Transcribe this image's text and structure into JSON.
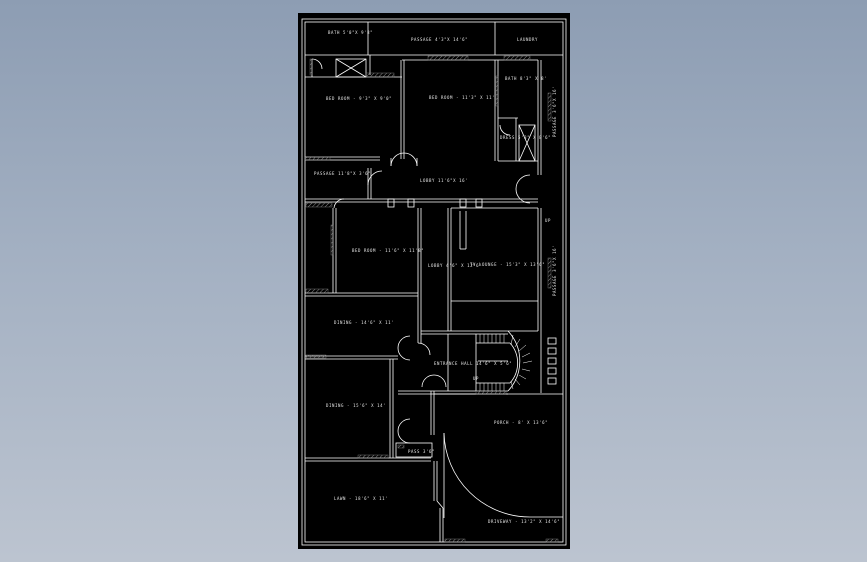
{
  "drawing": {
    "background_color": "#000000",
    "line_color": "#ffffff",
    "hatch_color": "#8a8a8a",
    "rooms": {
      "bath_top_left": "BATH 5'0\"X 9'8\"",
      "passage_top": "PASSAGE 4'3\"X 14'6\"",
      "laundry": "LAUNDRY",
      "bed_room_left": "BED ROOM - 9'3\" X 9'0\"",
      "bed_room_center": "BED ROOM - 11'3\" X 11'",
      "bath_right": "BATH 8'3\" X 8'",
      "dress": "DRESS 5'3\" X 8'6\"",
      "passage_right_top": "PASSAGE 3'6\"X 16'",
      "passage_left": "PASSAGE 11'8\"X 3'6\"",
      "lobby_upper": "LOBBY 11'6\"X 16'",
      "up_right": "UP",
      "bed_room_mid": "BED ROOM - 11'6\" X 11'8\"",
      "lobby_mid": "LOBBY 4'6\" X 12'6\"",
      "tv_lounge": "TV LOUNGE - 15'3\" X 13'6\"",
      "passage_right_mid": "PASSAGE 3'6\"X 16'",
      "dining_upper": "DINING - 14'6\" X 11'",
      "entrance_hall": "ENTRANCE HALL 14'6\" X 5'6\"",
      "up_stair": "UP",
      "dining_lower": "DINING - 15'6\" X 14'",
      "porch": "PORCH - 8' X 13'6\"",
      "pass": "PASS 3'6\"",
      "lawn": "LAWN - 18'6\" X 11'",
      "driveway": "DRIVEWAY - 13'2\" X 14'6\""
    }
  }
}
